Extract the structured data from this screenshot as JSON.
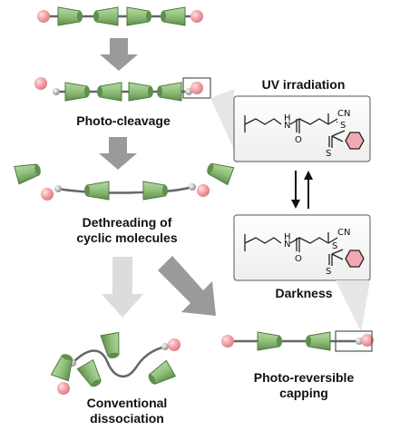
{
  "labels": {
    "photo_cleavage": "Photo-cleavage",
    "dethreading_line1": "Dethreading of",
    "dethreading_line2": "cyclic molecules",
    "uv_irradiation": "UV irradiation",
    "darkness": "Darkness",
    "photo_reversible_line1": "Photo-reversible",
    "photo_reversible_line2": "capping",
    "conventional_line1": "Conventional",
    "conventional_line2": "dissociation"
  },
  "structure_atoms": {
    "nh": "H",
    "n": "N",
    "o": "O",
    "cn": "CN",
    "s_upper": "S",
    "s_lower": "S",
    "radical_dot": "·"
  },
  "colors": {
    "ring_fill": "#8fbf7a",
    "ring_dark": "#5e8f4c",
    "cap_pink": "#f29aa0",
    "axle": "#666666",
    "arrow_gray": "#9a9a9a",
    "arrow_light": "#d8d8d8",
    "phenyl_fill": "#f2a8b0",
    "panel_border": "#555555"
  }
}
